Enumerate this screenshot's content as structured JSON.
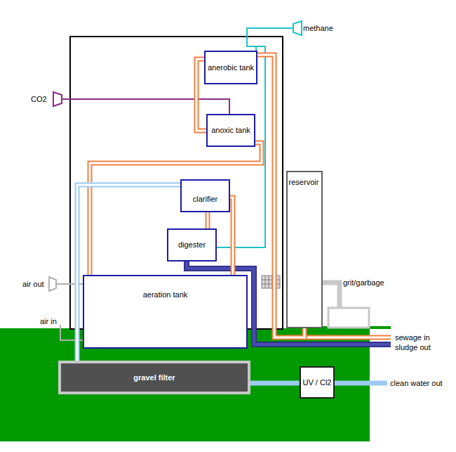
{
  "diagram": {
    "nodes": [
      {
        "text": [
          "anerobic tank"
        ]
      },
      {
        "text": [
          "anoxic tank"
        ]
      },
      {
        "text": [
          "clarifier"
        ]
      },
      {
        "text": [
          "digester"
        ]
      },
      {
        "text": [
          "aeration tank"
        ]
      },
      {
        "text": [
          "reservoir"
        ]
      },
      {
        "text": [
          "gravel filter"
        ]
      },
      {
        "text": [
          "UV / Cl2"
        ]
      }
    ],
    "edges": [
      {
        "from": 0,
        "to": 1,
        "arrow": "none"
      },
      {
        "from": 1,
        "to": 4,
        "arrow": "none"
      },
      {
        "from": 2,
        "to": 4,
        "arrow": "none"
      },
      {
        "from": 2,
        "to": 3,
        "arrow": "none"
      },
      {
        "from": 2,
        "to": 6,
        "arrow": "none"
      },
      {
        "from": 6,
        "to": 7,
        "arrow": "none"
      },
      {
        "from": 5,
        "to": 0,
        "arrow": "none"
      }
    ],
    "labels": [
      "methane",
      "CO2",
      "air out",
      "air in",
      "grit/garbage",
      "sewage in",
      "sludge out",
      "clean water out"
    ]
  }
}
